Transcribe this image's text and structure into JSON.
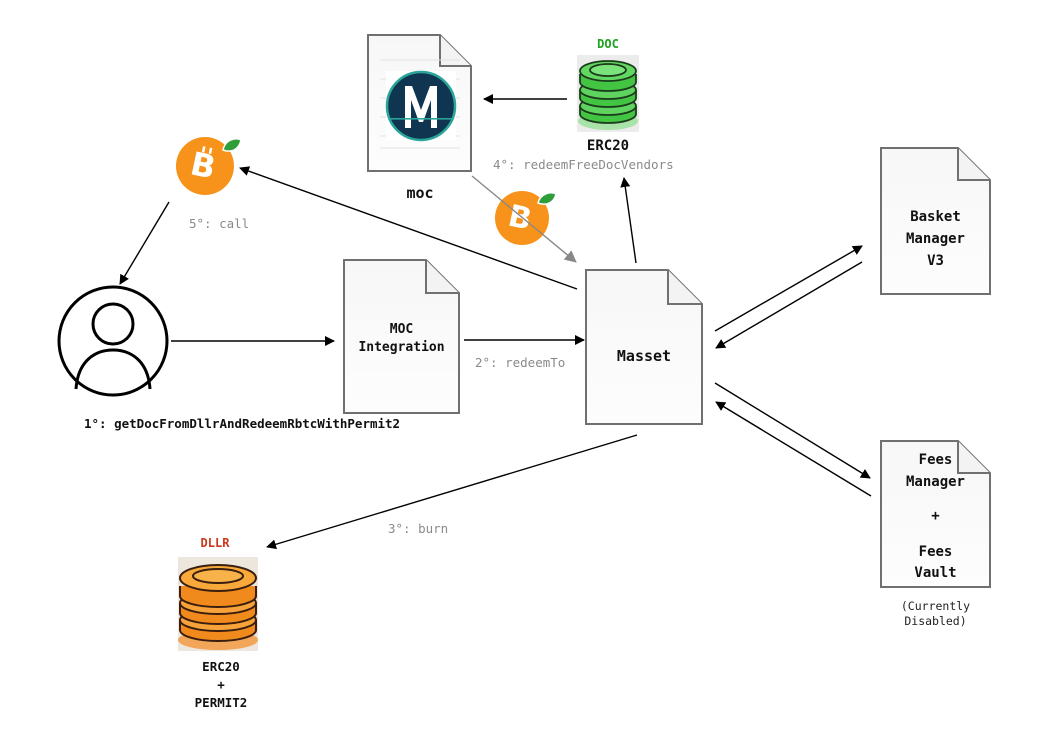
{
  "diagram": {
    "nodes": {
      "moc": {
        "label": "moc"
      },
      "doc_token": {
        "name": "DOC",
        "standard": "ERC20",
        "color": "#1fa21f"
      },
      "moc_integration": {
        "line1": "MOC",
        "line2": "Integration"
      },
      "masset": {
        "label": "Masset"
      },
      "basket_manager": {
        "line1": "Basket",
        "line2": "Manager",
        "line3": "V3"
      },
      "fees": {
        "line1": "Fees",
        "line2": "Manager",
        "line3": "+",
        "line4": "Fees",
        "line5": "Vault",
        "note1": "(Currently",
        "note2": "Disabled)"
      },
      "dllr_token": {
        "name": "DLLR",
        "line1": "ERC20",
        "line2": "+",
        "line3": "PERMIT2",
        "color": "#c8381a"
      },
      "user": {
        "icon": "user-icon"
      },
      "rbtc_top": {
        "icon": "rbtc-icon"
      },
      "rbtc_mid": {
        "icon": "rbtc-icon"
      }
    },
    "steps": {
      "s1": "1°: getDocFromDllrAndRedeemRbtcWithPermit2",
      "s2": "2°: redeemTo",
      "s3": "3°: burn",
      "s4": "4°: redeemFreeDocVendors",
      "s5": "5°: call"
    },
    "colors": {
      "bitcoin_orange": "#f7931a",
      "leaf_green": "#2e9e3a",
      "moc_navy": "#0f3550",
      "moc_teal": "#2aa59a",
      "doc_green": "#5fd35f",
      "dllr_orange": "#f39a2a"
    }
  }
}
